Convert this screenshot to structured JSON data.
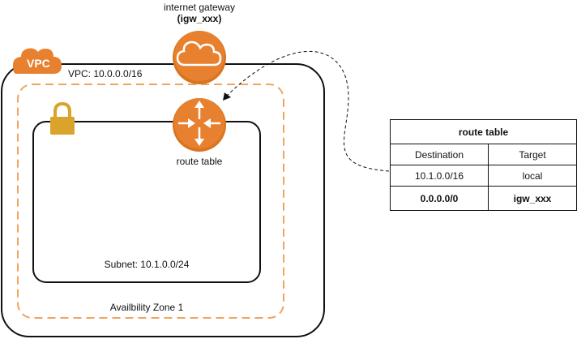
{
  "igw": {
    "title": "internet gateway",
    "name": "(igw_xxx)"
  },
  "vpc": {
    "badge": "VPC",
    "label": "VPC: 10.0.0.0/16"
  },
  "router": {
    "label": "route table"
  },
  "subnet": {
    "label": "Subnet: 10.1.0.0/24"
  },
  "az": {
    "label": "Availbility Zone 1"
  },
  "route_table": {
    "title": "route table",
    "columns": [
      "Destination",
      "Target"
    ],
    "rows": [
      {
        "destination": "10.1.0.0/16",
        "target": "local",
        "bold": false
      },
      {
        "destination": "0.0.0.0/0",
        "target": "igw_xxx",
        "bold": true
      }
    ]
  },
  "colors": {
    "aws_orange": "#e8812f",
    "az_dash": "#f0a45f",
    "lock": "#d9a32c",
    "line": "#111111"
  },
  "icons": {
    "igw": "cloud-icon",
    "router": "router-arrows-icon",
    "vpc": "vpc-cloud-badge-icon",
    "subnet": "lock-icon"
  }
}
